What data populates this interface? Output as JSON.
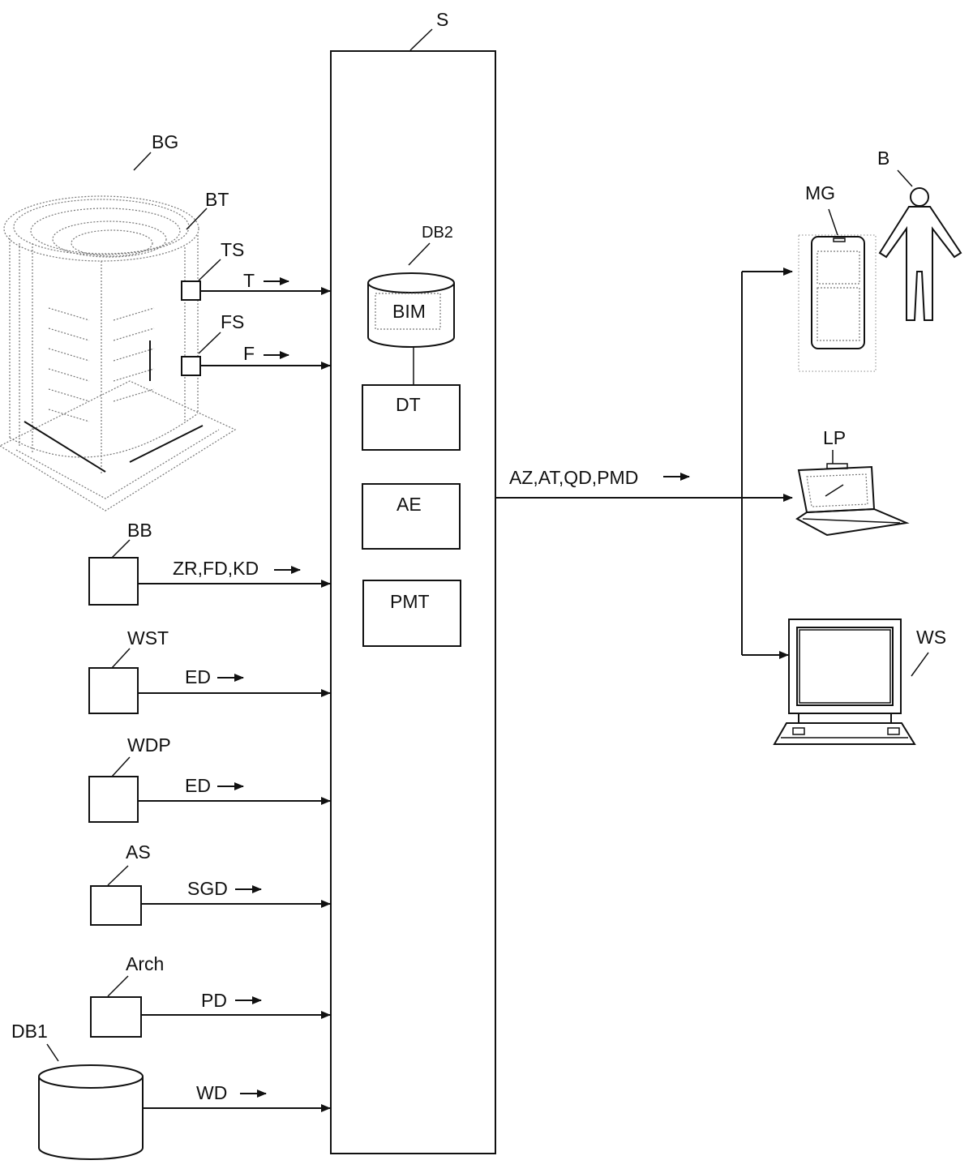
{
  "labels": {
    "server": "S",
    "building": "BG",
    "building_tech": "BT",
    "temp_sensor": "TS",
    "humidity_sensor": "FS",
    "temp_signal": "T",
    "humidity_signal": "F",
    "db2": "DB2",
    "bim": "BIM",
    "dt": "DT",
    "ae": "AE",
    "pmt": "PMT",
    "output_signals": "AZ,AT,QD,PMD",
    "person": "B",
    "mobile_device": "MG",
    "laptop": "LP",
    "workstation": "WS",
    "bb": "BB",
    "bb_signal": "ZR,FD,KD",
    "wst": "WST",
    "wst_signal": "ED",
    "wdp": "WDP",
    "wdp_signal": "ED",
    "as": "AS",
    "as_signal": "SGD",
    "arch": "Arch",
    "arch_signal": "PD",
    "db1": "DB1",
    "db1_signal": "WD"
  },
  "icons": {
    "arrow": "right-arrow-icon",
    "person": "person-icon",
    "phone": "smartphone-icon",
    "laptop": "laptop-icon",
    "workstation": "workstation-icon",
    "building": "building-icon",
    "database": "database-cylinder-icon"
  }
}
